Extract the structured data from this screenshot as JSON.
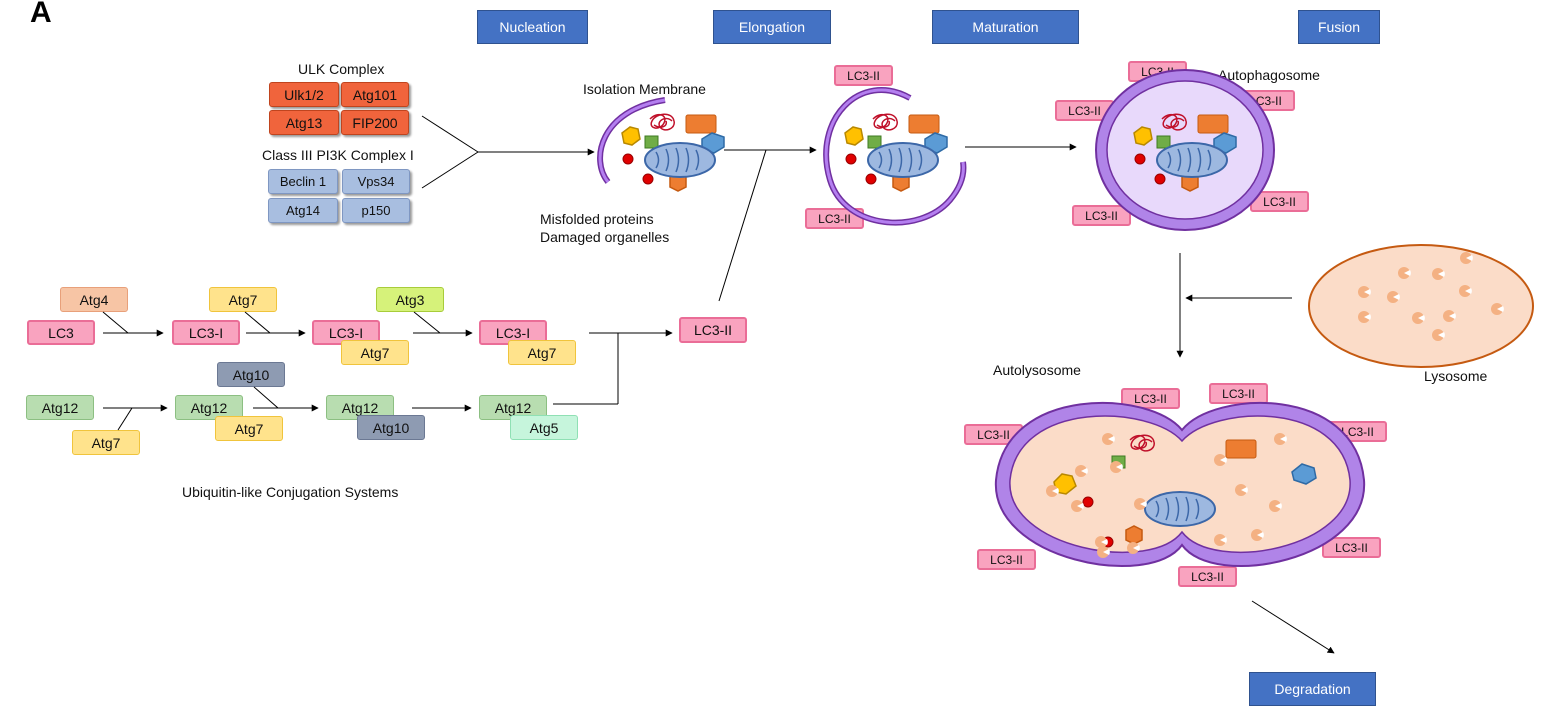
{
  "panel_label": "A",
  "stages": {
    "nucleation": "Nucleation",
    "elongation": "Elongation",
    "maturation": "Maturation",
    "fusion": "Fusion",
    "degradation": "Degradation"
  },
  "ulk": {
    "title": "ULK Complex",
    "items": [
      "Ulk1/2",
      "Atg101",
      "Atg13",
      "FIP200"
    ]
  },
  "pi3k": {
    "title": "Class III PI3K Complex I",
    "items": [
      "Beclin 1",
      "Vps34",
      "Atg14",
      "p150"
    ]
  },
  "labels": {
    "isolation_membrane": "Isolation Membrane",
    "misfolded": "Misfolded proteins",
    "damaged": "Damaged organelles",
    "autophagosome": "Autophagosome",
    "autolysosome": "Autolysosome",
    "lysosome": "Lysosome",
    "ubl": "Ubiquitin-like Conjugation Systems"
  },
  "lc3_ii": "LC3-II",
  "conj": {
    "atg4": "Atg4",
    "lc3": "LC3",
    "lc3i": "LC3-I",
    "atg7": "Atg7",
    "atg3": "Atg3",
    "atg12": "Atg12",
    "atg10": "Atg10",
    "atg5": "Atg5"
  },
  "colors": {
    "stage_blue": "#4472c4",
    "membrane_purple": "#9b59d8",
    "lumen_lavender": "#e8d9fb",
    "lysosome_peach": "#fbdcc8",
    "mito_blue": "#9db8e0",
    "protein_red": "#c0102a"
  }
}
